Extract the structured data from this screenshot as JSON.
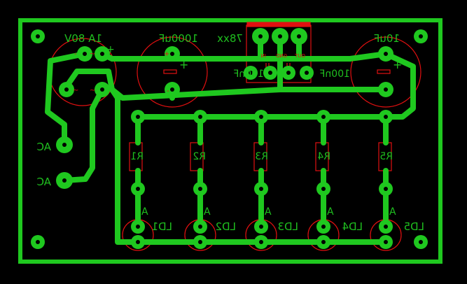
{
  "colors": {
    "background": "#000000",
    "trace": "#1fc81f",
    "silk": "#e01010",
    "pad_hole": "#000000"
  },
  "labels": {
    "bridge": "1A 80V",
    "cap_big": "1000uF",
    "regulator": "78xx",
    "cap_out": "10uF",
    "cap_small_left": "100nF",
    "cap_small_right": "100nF",
    "ac_top": "AC",
    "ac_bottom": "AC",
    "pin_in": "IN",
    "pin_gnd": "GND",
    "pin_out": "OUT",
    "plus_left": "+",
    "plus_mid": "+",
    "plus_right": "+",
    "bridge_plus": "+",
    "bridge_minus": "-",
    "tilde_top": "~",
    "tilde_left": "~",
    "tilde_right": "~",
    "minus_mid": "-"
  },
  "resistors": [
    {
      "label": "R1"
    },
    {
      "label": "R2"
    },
    {
      "label": "R3"
    },
    {
      "label": "R4"
    },
    {
      "label": "R5"
    }
  ],
  "leds": [
    {
      "label": "LD1",
      "anode": "A"
    },
    {
      "label": "LD2",
      "anode": "A"
    },
    {
      "label": "LD3",
      "anode": "A"
    },
    {
      "label": "LD4",
      "anode": "A"
    },
    {
      "label": "LD5",
      "anode": "A"
    }
  ]
}
